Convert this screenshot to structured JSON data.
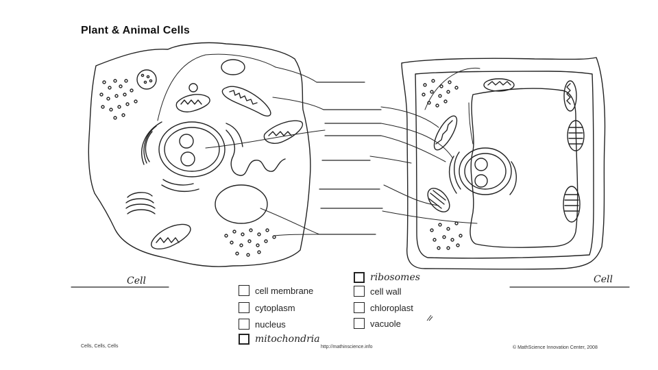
{
  "title": "Plant & Animal Cells",
  "cell_labels": {
    "left": "Cell",
    "right": "Cell"
  },
  "legend": {
    "left_column": [
      "cell membrane",
      "cytoplasm",
      "nucleus",
      "mitochondria"
    ],
    "right_column": [
      "ribosomes",
      "cell wall",
      "chloroplast",
      "vacuole"
    ]
  },
  "footer": {
    "left": "Cells, Cells, Cells",
    "center": "http://mathinscience.info",
    "right": "© MathScience Innovation Center, 2008"
  }
}
